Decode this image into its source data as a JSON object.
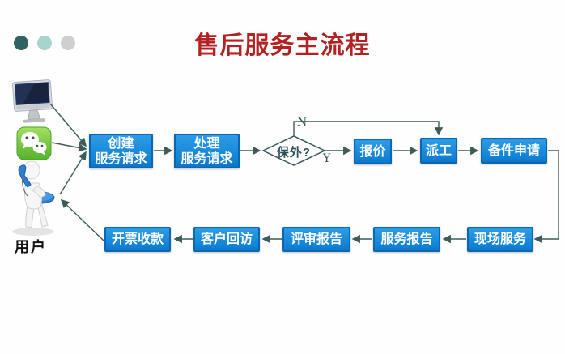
{
  "title": {
    "text": "售后服务主流程",
    "color": "#b22222"
  },
  "decor_dots": [
    {
      "name": "dot-dark-teal",
      "color": "#2f6360"
    },
    {
      "name": "dot-light-teal",
      "color": "#a9d3ce"
    },
    {
      "name": "dot-gray",
      "color": "#cfcfcf"
    }
  ],
  "user": {
    "label": "用户",
    "channels": [
      {
        "icon": "desktop-monitor-icon"
      },
      {
        "icon": "wechat-icon"
      },
      {
        "icon": "user-with-phone-icon"
      }
    ]
  },
  "flow": {
    "colors": {
      "box_fill": "#1287dc",
      "box_border": "#0d67b0",
      "box_text": "#ffffff",
      "line": "#3e5c57",
      "diamond_border": "#35565c",
      "diamond_text": "#2c4f56"
    },
    "boxes": [
      {
        "id": "create-service-request",
        "label": "创建\n服务请求"
      },
      {
        "id": "process-service-request",
        "label": "处理\n服务请求"
      },
      {
        "id": "quotation",
        "label": "报价"
      },
      {
        "id": "dispatch",
        "label": "派工"
      },
      {
        "id": "spare-parts-request",
        "label": "备件申请"
      },
      {
        "id": "onsite-service",
        "label": "现场服务"
      },
      {
        "id": "service-report",
        "label": "服务报告"
      },
      {
        "id": "review-report",
        "label": "评审报告"
      },
      {
        "id": "customer-follow-up",
        "label": "客户回访"
      },
      {
        "id": "invoice-collection",
        "label": "开票收款"
      }
    ],
    "decision": {
      "id": "out-of-warranty",
      "label": "保外?",
      "no_label": "N",
      "yes_label": "Y"
    }
  }
}
